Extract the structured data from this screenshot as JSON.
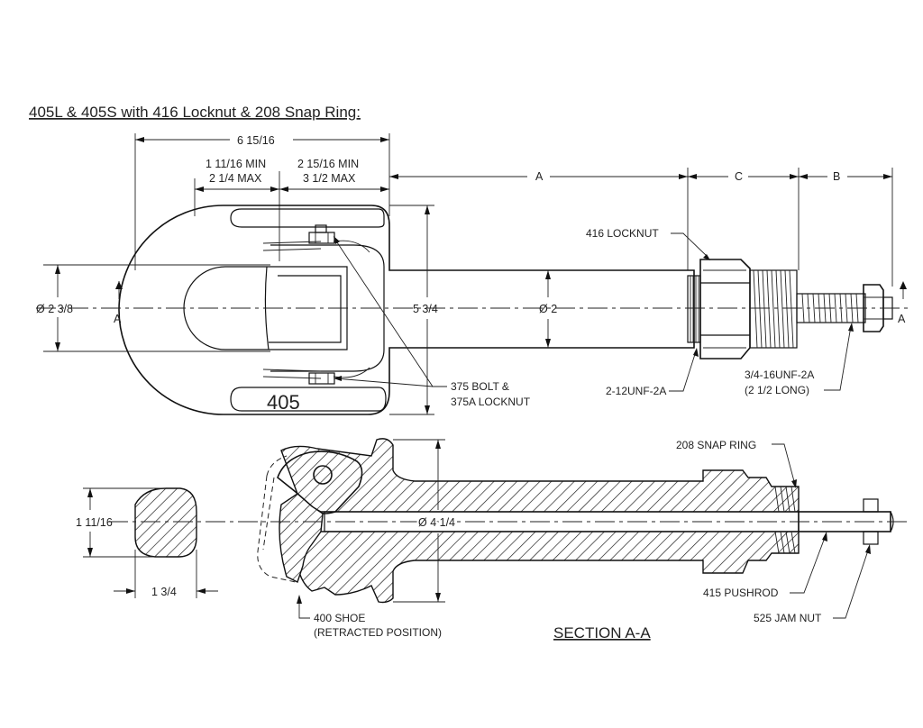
{
  "title": "405L & 405S with 416 Locknut & 208 Snap Ring:",
  "top_view": {
    "dim_overall": "6 15/16",
    "dim_min_left_1": "1 11/16 MIN",
    "dim_min_left_2": "2 1/4 MAX",
    "dim_min_right_1": "2 15/16 MIN",
    "dim_min_right_2": "3 1/2 MAX",
    "dim_a": "A",
    "dim_c": "C",
    "dim_b": "B",
    "dia_left": "Ø 2 3/8",
    "dim_height": "5 3/4",
    "dia_shaft": "Ø 2",
    "section_mark": "A",
    "part_number": "405",
    "label_locknut": "416 LOCKNUT",
    "label_bolt_1": "375 BOLT &",
    "label_bolt_2": "375A LOCKNUT",
    "label_thread_1": "2-12UNF-2A",
    "label_thread_2_1": "3/4-16UNF-2A",
    "label_thread_2_2": "(2 1/2 LONG)"
  },
  "section_view": {
    "label_snap_ring": "208 SNAP RING",
    "dim_width": "1 11/16",
    "dim_length": "1 3/4",
    "dia_body": "Ø 4 1/4",
    "label_pushrod": "415 PUSHROD",
    "label_shoe_1": "400 SHOE",
    "label_shoe_2": "(RETRACTED POSITION)",
    "section_title": "SECTION A-A",
    "label_jam_nut": "525 JAM NUT"
  }
}
